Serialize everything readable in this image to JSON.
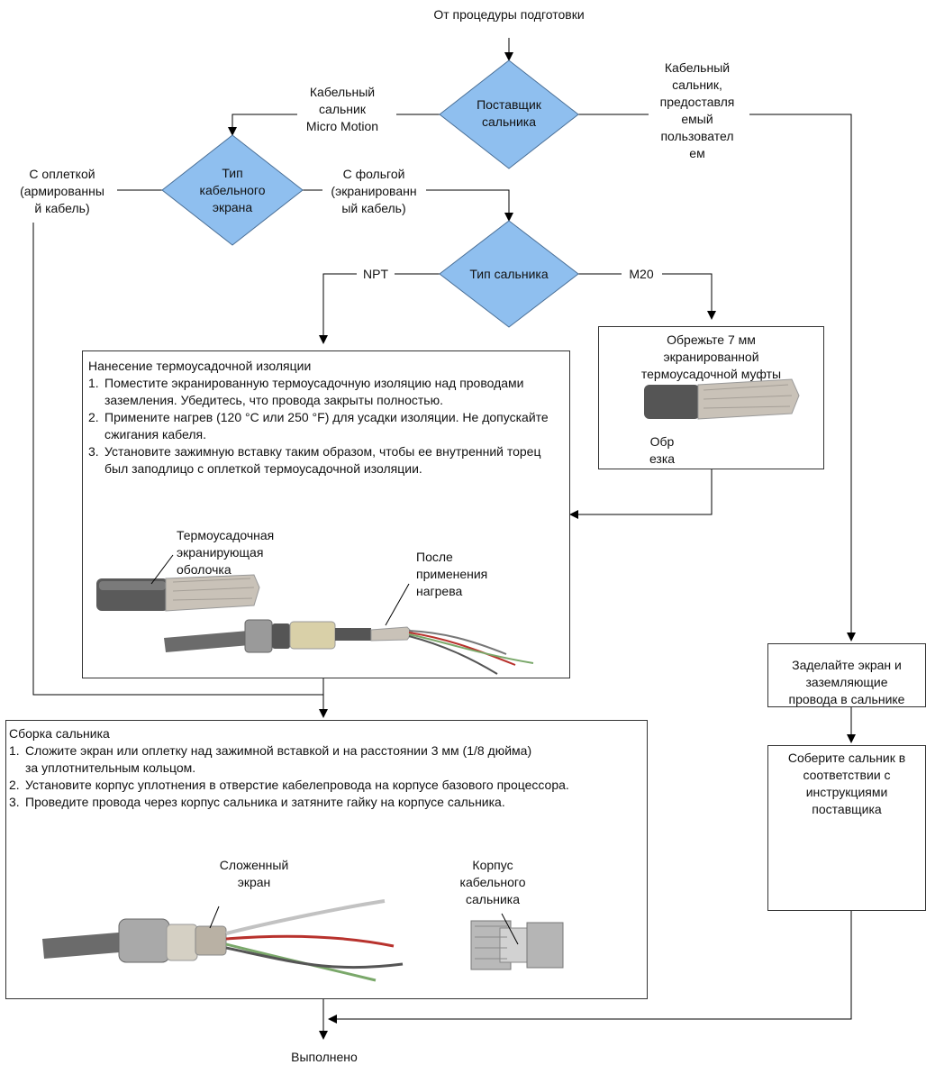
{
  "start": "От процедуры подготовки",
  "end": "Выполнено",
  "decisions": {
    "supplier": "Поставщик\nсальника",
    "shield_type": "Тип\nкабельного\nэкрана",
    "gland_type": "Тип сальника"
  },
  "edge_labels": {
    "micro_motion": "Кабельный\nсальник\nMicro Motion",
    "user_supplied": "Кабельный\nсальник,\nпредоставля\nемый\nпользовател\nем",
    "braid": "С оплеткой\n(армированны\nй кабель)",
    "foil": "С фольгой\n(экранированн\nый кабель)",
    "npt": "NPT",
    "m20": "M20"
  },
  "heat_shrink": {
    "title": "Нанесение термоусадочной изоляции",
    "steps": [
      "Поместите экранированную термоусадочную изоляцию над проводами заземления. Убедитесь, что провода закрыты полностью.",
      "Примените нагрев (120 °C или 250 °F) для усадки изоляции. Не допускайте сжигания кабеля.",
      "Установите зажимную вставку таким образом, чтобы ее внутренний торец был заподлицо с оплеткой термоусадочной изоляции."
    ],
    "label_sleeve": "Термоусадочная\nэкранирующая\nоболочка",
    "label_after": "После\nприменения\nнагрева"
  },
  "trim": {
    "title": "Обрежьте 7 мм\nэкранированной\nтермоусадочной муфты",
    "label": "Обр\nезка"
  },
  "assembly": {
    "title": "Сборка сальника",
    "steps": [
      "Сложите экран или оплетку над зажимной вставкой и на расстоянии 3 мм (1/8 дюйма)\nза уплотнительным кольцом.",
      "Установите корпус уплотнения в отверстие кабелепровода на корпусе базового процессора.",
      "Проведите провода через корпус сальника и затяните гайку на корпусе сальника."
    ],
    "label_folded": "Сложенный\nэкран",
    "label_body": "Корпус\nкабельного\nсальника"
  },
  "user_path": {
    "terminate": "Заделайте экран и\nзаземляющие\nпровода в сальнике",
    "assemble": "Соберите сальник в\nсоответствии с\nинструкциями\nпоставщика"
  },
  "colors": {
    "decision_fill": "#8fbfef",
    "decision_stroke": "#4a6f96",
    "line": "#000000"
  }
}
